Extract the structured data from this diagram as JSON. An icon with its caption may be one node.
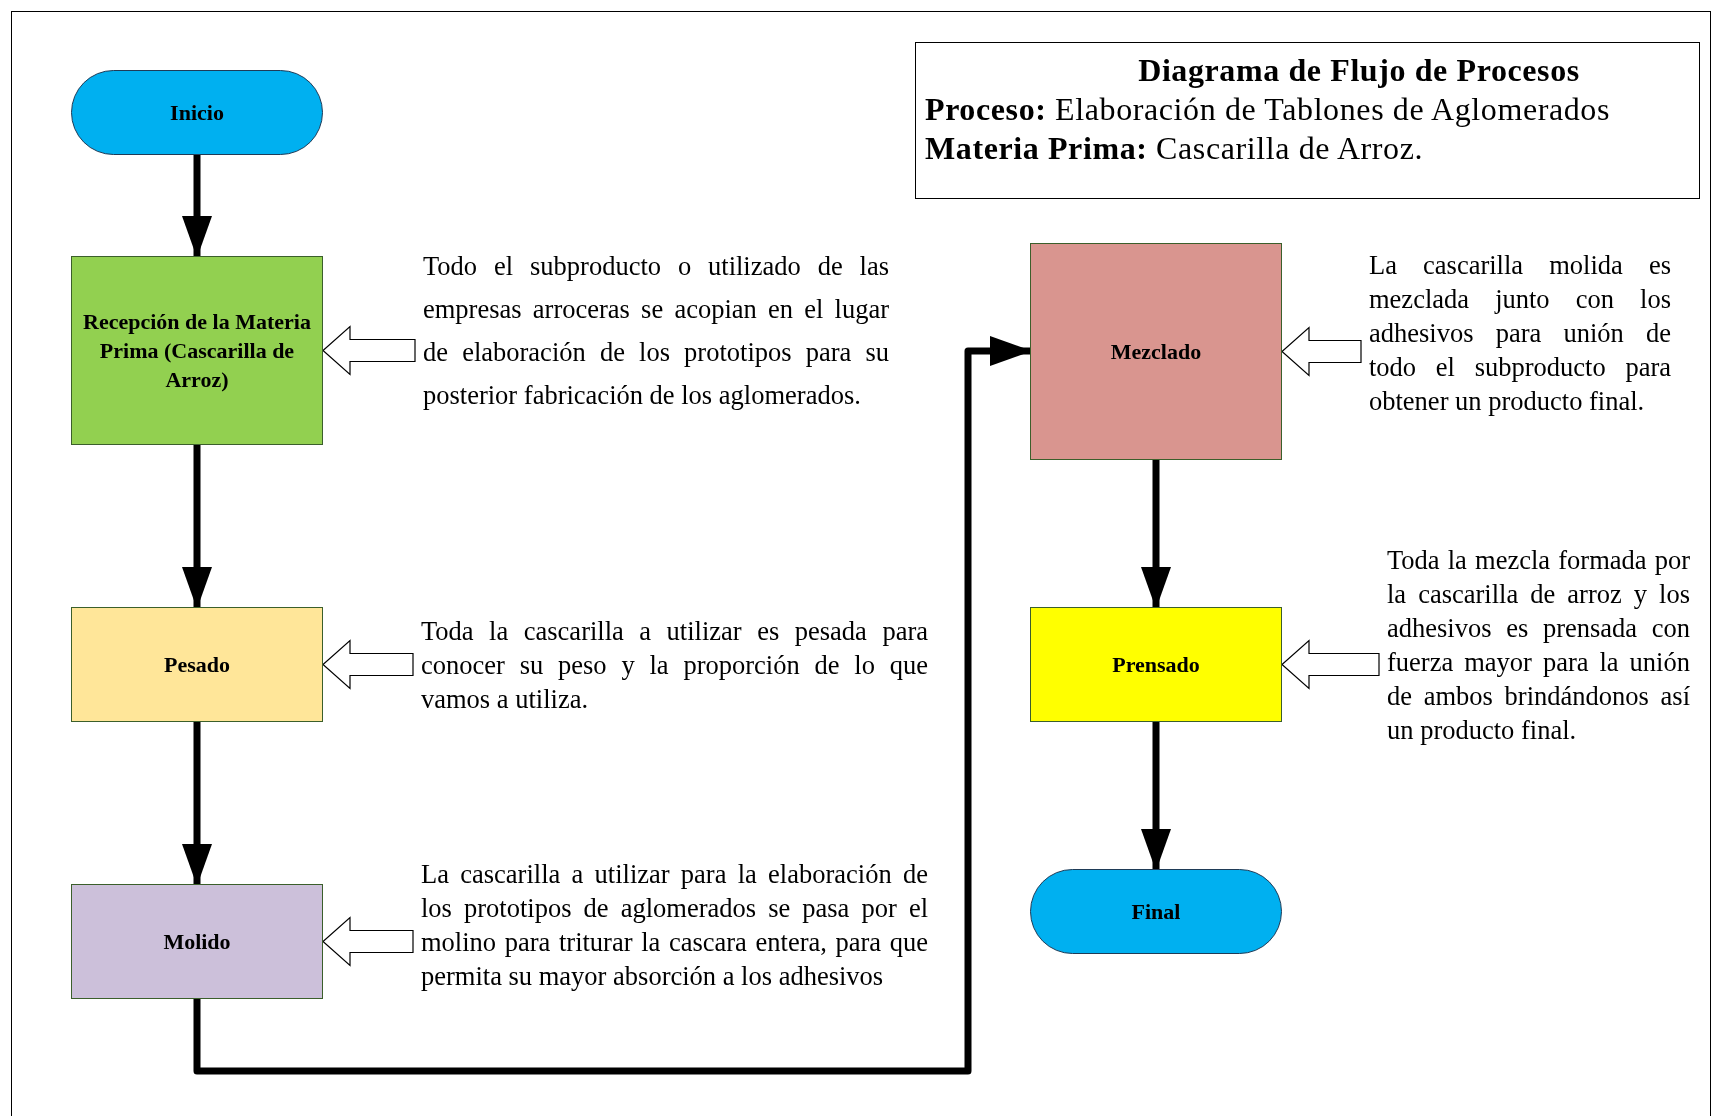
{
  "diagram": {
    "nodes": [
      {
        "text": [
          "Diagrama de Flujo de Procesos",
          "**Proceso:** Elaboración de Tablones de Aglomerados",
          "**Materia Prima:** Cascarilla de Arroz."
        ]
      },
      {
        "text": [
          "Inicio"
        ]
      },
      {
        "text": [
          "Recepción de la Materia Prima (Cascarilla de Arroz)"
        ]
      },
      {
        "text": [
          "Todo el subproducto o utilizado de las empresas arroceras se acopian en el lugar de elaboración de los prototipos para su posterior fabricación de los aglomerados."
        ]
      },
      {
        "text": [
          "Pesado"
        ]
      },
      {
        "text": [
          "Toda la cascarilla a utilizar es pesada para conocer su peso y la proporción de lo que vamos a utiliza."
        ]
      },
      {
        "text": [
          "Molido"
        ]
      },
      {
        "text": [
          "La cascarilla a utilizar para la elaboración de los prototipos de aglomerados se pasa por el molino para triturar la cascara entera, para que permita su mayor absorción a los adhesivos"
        ]
      },
      {
        "text": [
          "Mezclado"
        ]
      },
      {
        "text": [
          "La cascarilla molida es mezclada junto con los adhesivos para unión de todo el subproducto para obtener un producto final."
        ]
      },
      {
        "text": [
          "Prensado"
        ]
      },
      {
        "text": [
          "Toda la mezcla formada por la cascarilla de arroz y los adhesivos es prensada con fuerza mayor para la unión de ambos brindándonos así un producto final."
        ]
      },
      {
        "text": [
          "Final"
        ]
      }
    ],
    "edges": [
      {
        "from": 1,
        "to": 2,
        "arrow": "to"
      },
      {
        "from": 2,
        "to": 4,
        "arrow": "to"
      },
      {
        "from": 4,
        "to": 6,
        "arrow": "to"
      },
      {
        "from": 6,
        "to": 8,
        "arrow": "to"
      },
      {
        "from": 8,
        "to": 10,
        "arrow": "to"
      },
      {
        "from": 10,
        "to": 12,
        "arrow": "to"
      },
      {
        "from": 3,
        "to": 2,
        "arrow": "to",
        "style": "thick"
      },
      {
        "from": 5,
        "to": 4,
        "arrow": "to",
        "style": "thick"
      },
      {
        "from": 7,
        "to": 6,
        "arrow": "to",
        "style": "thick"
      },
      {
        "from": 9,
        "to": 8,
        "arrow": "to",
        "style": "thick"
      },
      {
        "from": 11,
        "to": 10,
        "arrow": "to",
        "style": "thick"
      }
    ]
  }
}
